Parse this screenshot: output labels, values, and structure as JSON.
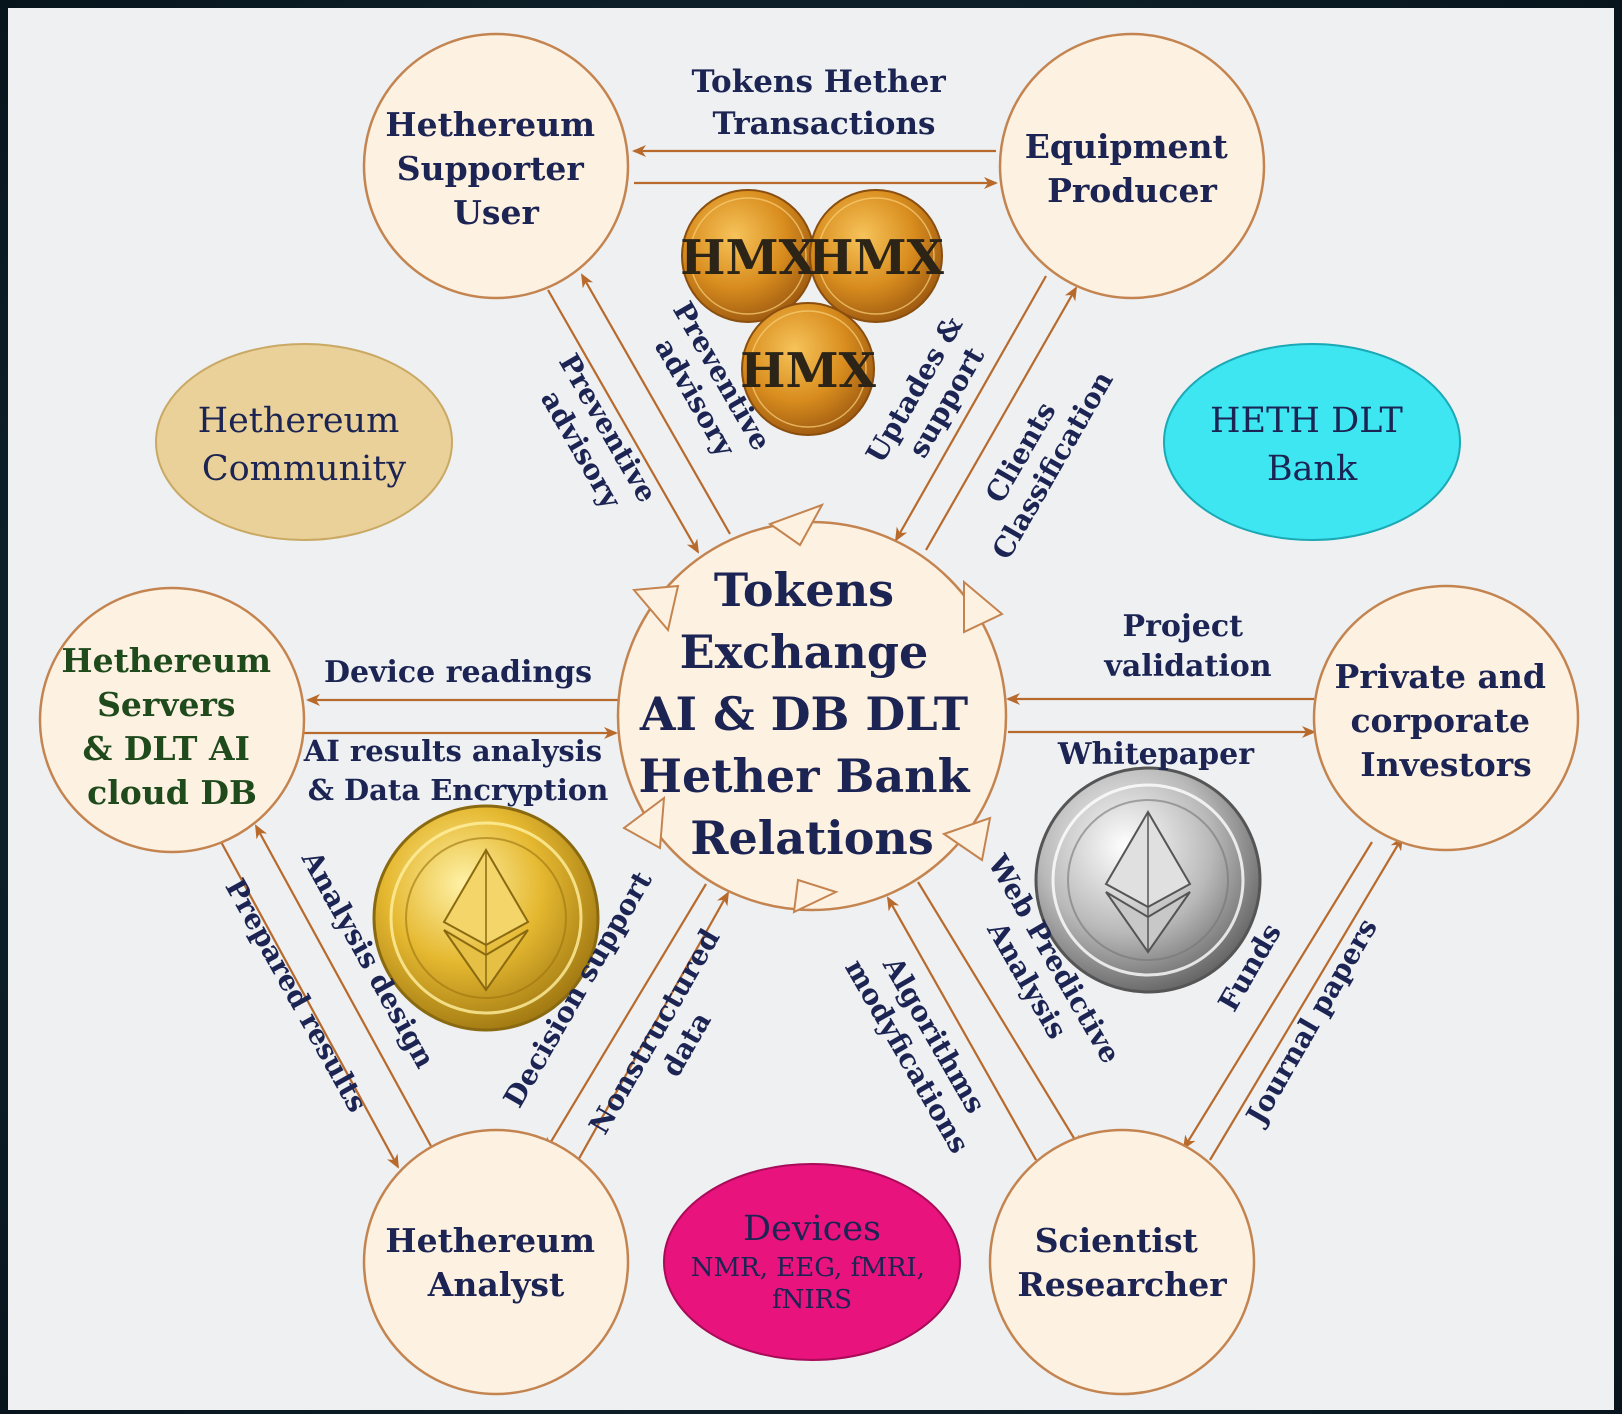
{
  "colors": {
    "background": "#0b1a22",
    "panel": "#eef0f2",
    "node_fill": "#fdf1e2",
    "node_stroke": "#c48450",
    "arrow": "#b86a2c",
    "text_dark": "#1b2452",
    "text_green": "#1f4a1c",
    "community": "#ead19a",
    "dlt_bank": "#3ee6f2",
    "devices": "#e8137c"
  },
  "center": {
    "lines": [
      "Tokens",
      "Exchange",
      "AI & DB DLT",
      "Hether Bank",
      "Relations"
    ]
  },
  "nodes": {
    "supporter": {
      "lines": [
        "Hethereum",
        "Supporter",
        "User"
      ]
    },
    "producer": {
      "lines": [
        "Equipment",
        "Producer"
      ]
    },
    "servers": {
      "lines": [
        "Hethereum",
        "Servers",
        "& DLT AI",
        "cloud DB"
      ]
    },
    "investors": {
      "lines": [
        "Private and",
        "corporate",
        "Investors"
      ]
    },
    "analyst": {
      "lines": [
        "Hethereum",
        "Analyst"
      ]
    },
    "researcher": {
      "lines": [
        "Scientist",
        "Researcher"
      ]
    }
  },
  "ellipses": {
    "community": {
      "lines": [
        "Hethereum",
        "Community"
      ]
    },
    "dlt_bank": {
      "lines": [
        "HETH DLT",
        "Bank"
      ]
    },
    "devices": {
      "title": "Devices",
      "sub_lines": [
        "NMR, EEG, fMRI,",
        "fNIRS"
      ]
    }
  },
  "edge_labels": {
    "tokens_transactions": [
      "Tokens Hether",
      "Transactions"
    ],
    "preventive_advisory_1": [
      "Preventive",
      "advisory"
    ],
    "preventive_advisory_2": [
      "Preventive",
      "advisory"
    ],
    "updates_support": [
      "Uptades &",
      "support"
    ],
    "clients_classification": [
      "Clients",
      "Classification"
    ],
    "device_readings": [
      "Device readings"
    ],
    "ai_results": [
      "AI results analysis",
      "& Data Encryption"
    ],
    "project_validation": [
      "Project",
      "validation"
    ],
    "whitepaper": [
      "Whitepaper"
    ],
    "prepared_results": [
      "Prepared results"
    ],
    "analysis_design": [
      "Analysis design"
    ],
    "decision_support": [
      "Decision support"
    ],
    "nonstructured_data": [
      "Nonstructured",
      "data"
    ],
    "algorithms": [
      "Algorithms",
      "modyfications"
    ],
    "web_predictive": [
      "Web Predictive",
      "Analysis"
    ],
    "funds": [
      "Funds"
    ],
    "journal_papers": [
      "Journal papers"
    ]
  },
  "coins": {
    "hmx_text": "HMX",
    "hmx_count": 3,
    "gold_eth_icon": "ethereum-gold-coin",
    "silver_eth_icon": "ethereum-silver-coin"
  }
}
